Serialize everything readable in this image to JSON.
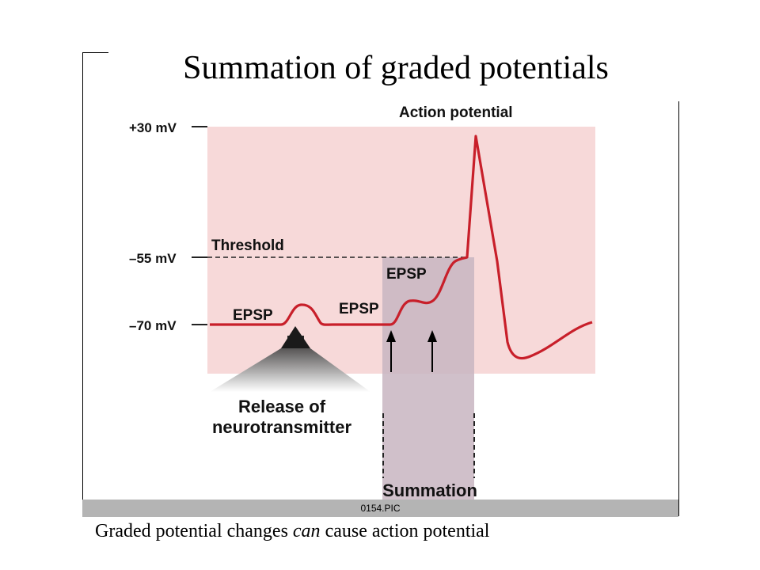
{
  "title": "Summation of graded potentials",
  "figure": {
    "footer_label": "0154.PIC",
    "axis_labels": {
      "top": "+30 mV",
      "threshold": "–55 mV",
      "rest": "–70 mV"
    },
    "labels": {
      "action_potential": "Action potential",
      "threshold": "Threshold",
      "epsp_1": "EPSP",
      "epsp_2": "EPSP",
      "epsp_3": "EPSP",
      "release_line1": "Release of",
      "release_line2": "neurotransmitter",
      "summation": "Summation"
    },
    "colors": {
      "shaded_region": "#f7d9d9",
      "summation_region": "#c8b5c1",
      "trace": "#c81f2a",
      "frame_footer": "#b4b4b4"
    }
  },
  "caption": {
    "before": "Graded potential changes ",
    "emphasis": "can",
    "after": " cause action potential"
  }
}
